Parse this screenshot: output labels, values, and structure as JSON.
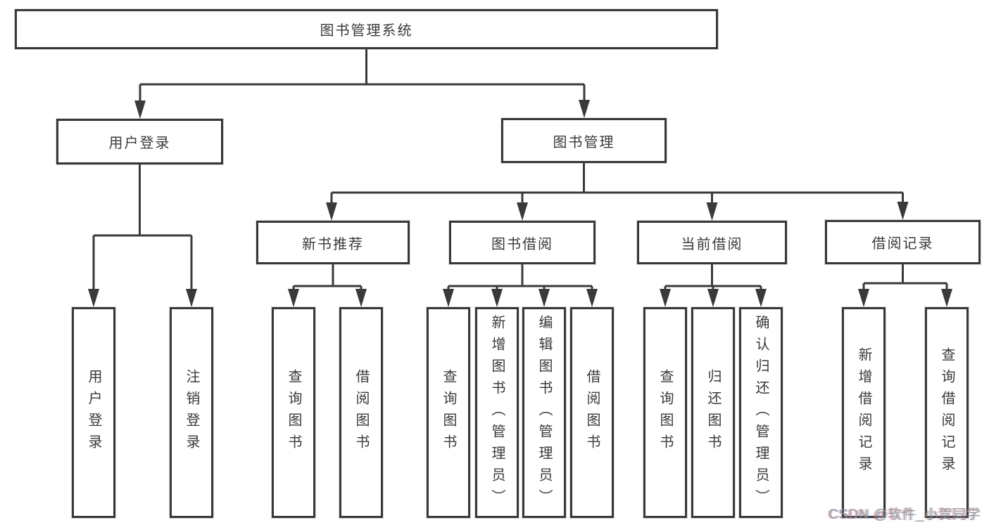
{
  "diagram": {
    "root": {
      "label": "图书管理系统"
    },
    "user_branch": {
      "label": "用户登录",
      "children": [
        {
          "label": "用户登录"
        },
        {
          "label": "注销登录"
        }
      ]
    },
    "book_branch": {
      "label": "图书管理",
      "groups": [
        {
          "label": "新书推荐",
          "children": [
            {
              "label": "查询图书"
            },
            {
              "label": "借阅图书"
            }
          ]
        },
        {
          "label": "图书借阅",
          "children": [
            {
              "label": "查询图书"
            },
            {
              "label": "新增图书（管理员）"
            },
            {
              "label": "编辑图书（管理员）"
            },
            {
              "label": "借阅图书"
            }
          ]
        },
        {
          "label": "当前借阅",
          "children": [
            {
              "label": "查询图书"
            },
            {
              "label": "归还图书"
            },
            {
              "label": "确认归还（管理员）"
            }
          ]
        },
        {
          "label": "借阅记录",
          "children": [
            {
              "label": "新增借阅记录"
            },
            {
              "label": "查询借阅记录"
            }
          ]
        }
      ]
    },
    "watermark": "CSDN @软件_小贺同学",
    "colors": {
      "line": "#3a3a3a",
      "box_border": "#383838",
      "text": "#3a3a3a",
      "background": "#ffffff",
      "watermark": "#949494"
    }
  }
}
